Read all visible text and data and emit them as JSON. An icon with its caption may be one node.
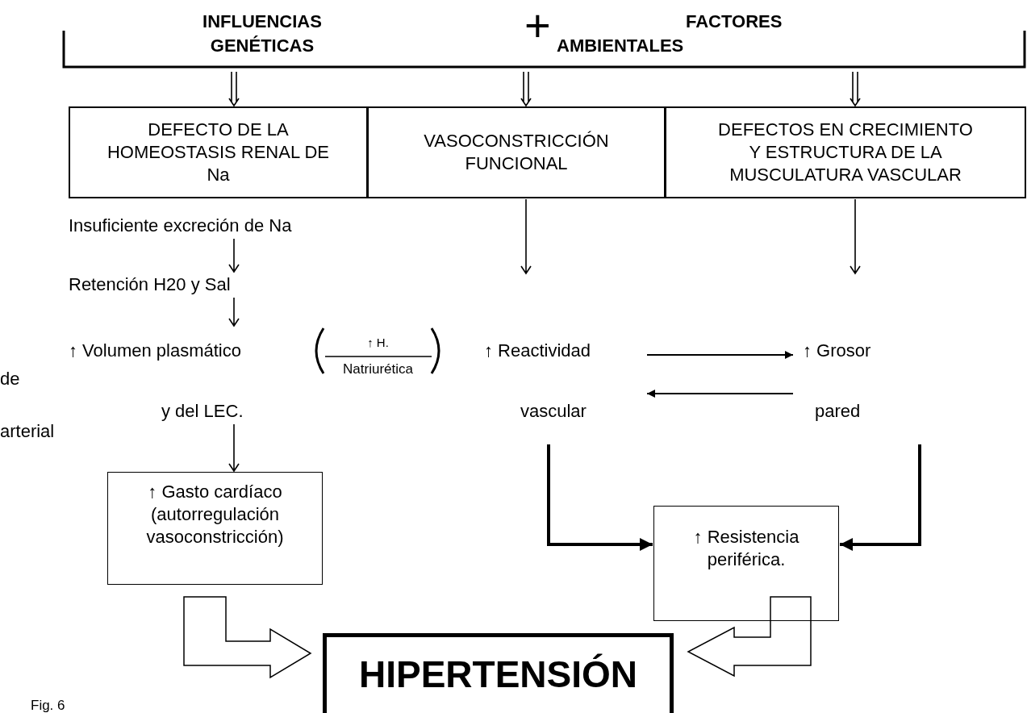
{
  "diagram": {
    "nodes": [
      {
        "text": [
          "INFLUENCIAS GENÉTICAS",
          "FACTORES AMBIENTALES"
        ]
      },
      {
        "text": [
          "DEFECTO DE LA HOMEOSTASIS RENAL DE Na"
        ]
      },
      {
        "text": [
          "VASOCONSTRICCIÓN FUNCIONAL"
        ]
      },
      {
        "text": [
          "DEFECTOS EN CRECIMIENTO Y ESTRUCTURA DE LA MUSCULATURA VASCULAR"
        ]
      },
      {
        "text": [
          "Insuficiente excreción de Na"
        ]
      },
      {
        "text": [
          "Retención H20 y Sal"
        ]
      },
      {
        "text": [
          "↑ Volumen plasmático",
          "y del LEC.",
          "↑ H.",
          "Natriurética"
        ]
      },
      {
        "text": [
          "↑ Reactividad",
          "vascular"
        ]
      },
      {
        "text": [
          "↑ Grosor",
          "pared"
        ]
      },
      {
        "text": [
          "↑ Gasto cardíaco (autorregulación vasoconstricción)"
        ]
      },
      {
        "text": [
          "↑ Resistencia periférica."
        ]
      },
      {
        "text": [
          "HIPERTENSIÓN"
        ]
      }
    ],
    "edges": [
      {
        "from": 0,
        "to": 1,
        "arrow": "to"
      },
      {
        "from": 0,
        "to": 2,
        "arrow": "to"
      },
      {
        "from": 0,
        "to": 3,
        "arrow": "to"
      },
      {
        "from": 4,
        "to": 5,
        "arrow": "to"
      },
      {
        "from": 5,
        "to": 6,
        "arrow": "to"
      },
      {
        "from": 6,
        "to": 9,
        "arrow": "to"
      },
      {
        "from": 2,
        "to": 7,
        "arrow": "to"
      },
      {
        "from": 3,
        "to": 8,
        "arrow": "to"
      },
      {
        "from": 7,
        "to": 8,
        "arrow": "to"
      },
      {
        "from": 8,
        "to": 7,
        "arrow": "to"
      },
      {
        "from": 7,
        "to": 10,
        "arrow": "to",
        "style": "thick"
      },
      {
        "from": 8,
        "to": 10,
        "arrow": "to",
        "style": "thick"
      },
      {
        "from": 9,
        "to": 11,
        "arrow": "to"
      },
      {
        "from": 10,
        "to": 11,
        "arrow": "to"
      }
    ],
    "labels": [
      "+",
      "de",
      "arterial",
      "Fig. 6"
    ]
  }
}
